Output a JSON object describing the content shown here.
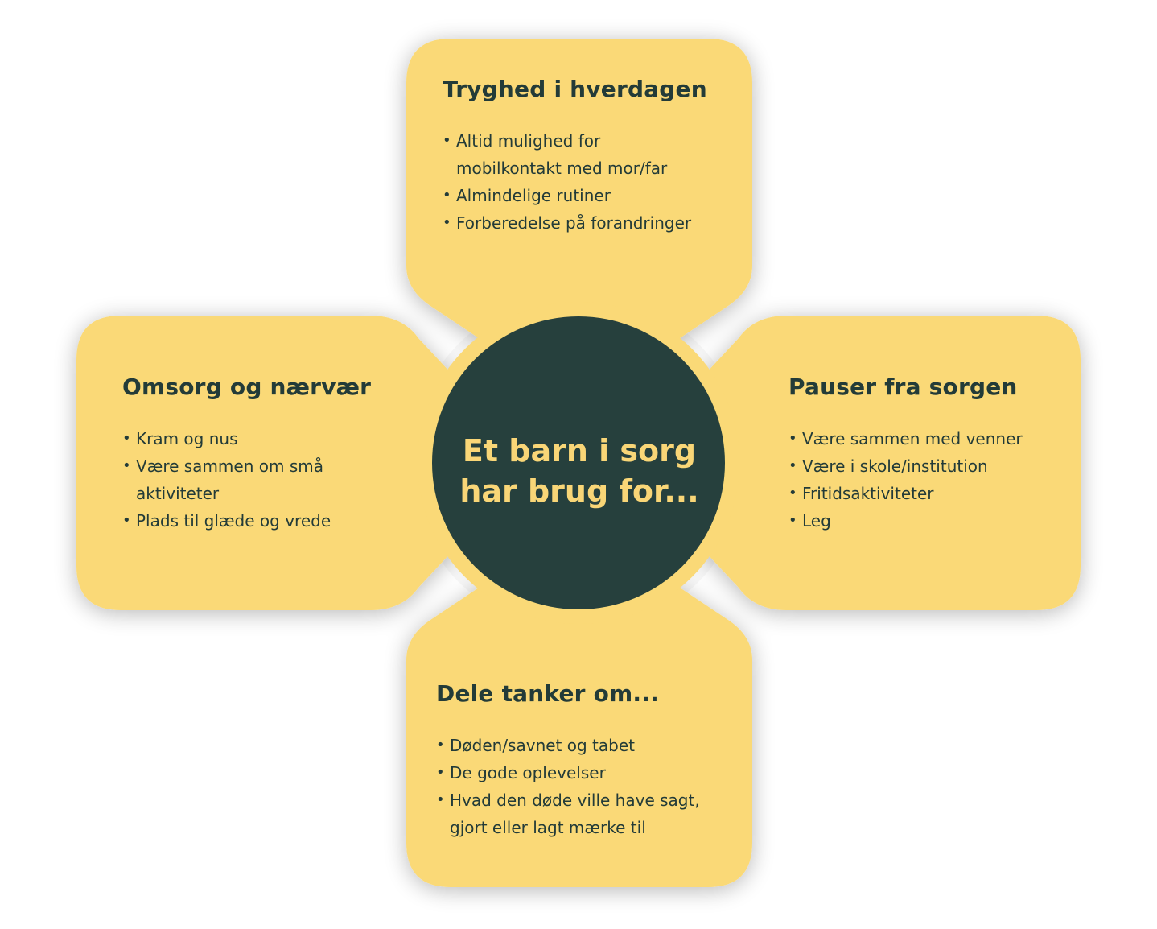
{
  "colors": {
    "card_fill": "#fad977",
    "center_fill": "#26403d",
    "ring_fill": "#fad977",
    "text_dark": "#233b38",
    "text_light": "#f9d677"
  },
  "center": {
    "line1": "Et barn i sorg",
    "line2": "har brug for..."
  },
  "cards": {
    "top": {
      "title": "Tryghed i hverdagen",
      "items": [
        "Altid mulighed for mobilkontakt med mor/far",
        "Almindelige rutiner",
        "Forberedelse på forandringer"
      ]
    },
    "left": {
      "title": "Omsorg og nærvær",
      "items": [
        "Kram og nus",
        "Være sammen om små aktiviteter",
        "Plads til glæde og vrede"
      ]
    },
    "right": {
      "title": "Pauser fra sorgen",
      "items": [
        "Være sammen med venner",
        "Være i skole/institution",
        "Fritidsaktiviteter",
        "Leg"
      ]
    },
    "bottom": {
      "title": "Dele tanker om...",
      "items": [
        "Døden/savnet og tabet",
        "De gode oplevelser",
        "Hvad den døde ville have sagt, gjort eller lagt mærke til"
      ]
    }
  }
}
